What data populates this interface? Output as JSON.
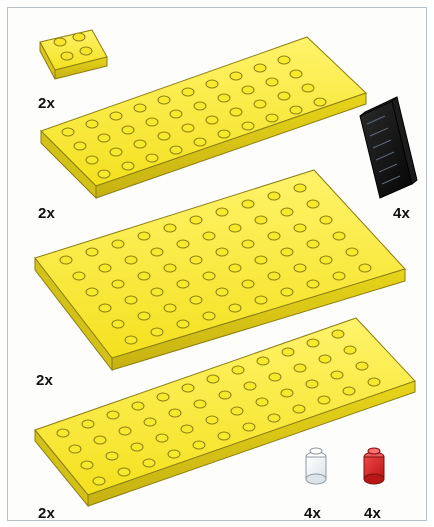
{
  "page": {
    "title": "",
    "note": ""
  },
  "parts": [
    {
      "name": "plate-2x2",
      "qty": "2x",
      "color": "#f7ea21"
    },
    {
      "name": "plate-4x10",
      "qty": "2x",
      "color": "#f7ea21"
    },
    {
      "name": "plate-6x10",
      "qty": "2x",
      "color": "#f7ea21"
    },
    {
      "name": "plate-4x12",
      "qty": "2x",
      "color": "#f7ea21"
    },
    {
      "name": "window-black",
      "qty": "4x",
      "color": "#111111"
    },
    {
      "name": "cylinder-clear",
      "qty": "4x",
      "color": "#f3f6f8"
    },
    {
      "name": "cylinder-red",
      "qty": "4x",
      "color": "#d42524"
    }
  ],
  "colors": {
    "yellow": "#f7ea21",
    "yellow_side": "#d8c716",
    "yellow_dark": "#a9930f",
    "black": "#111111",
    "red": "#d42524",
    "clear": "#f3f6f8",
    "frame_border": "#b8c2cc"
  }
}
